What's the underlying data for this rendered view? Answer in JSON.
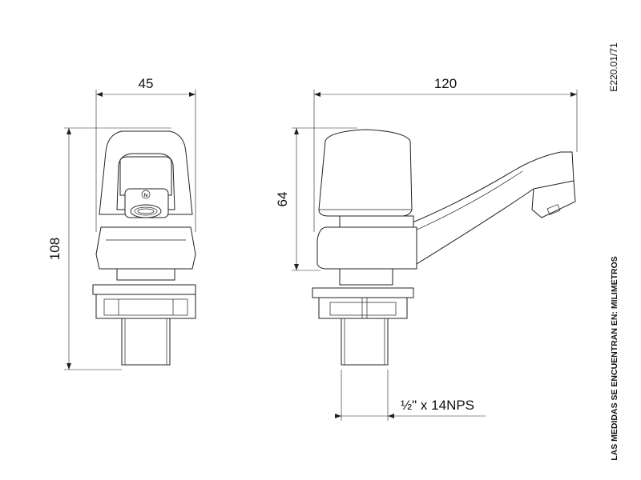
{
  "drawing_code": "E220.01/71",
  "units_note": "LAS MEDIDAS SE ENCUENTRAN EN: MILIMETROS",
  "dimensions": {
    "front_width": "45",
    "front_height": "108",
    "side_length": "120",
    "side_height": "64",
    "thread": "½\" x 14NPS"
  },
  "logo_text": "fv"
}
